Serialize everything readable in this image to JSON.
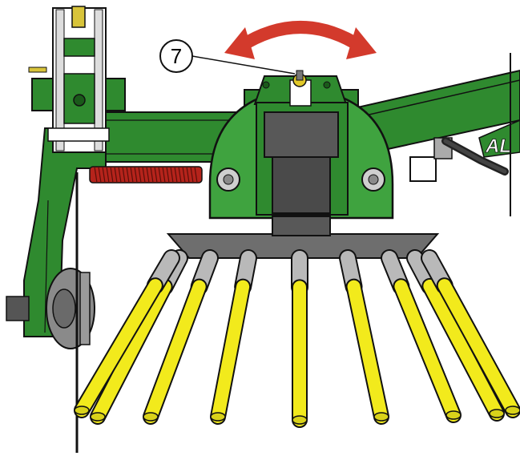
{
  "callout": {
    "label": "7"
  },
  "brand": {
    "partial_text": "AL"
  },
  "colors": {
    "frame_green": "#2f8a2f",
    "frame_green_light": "#3fa33f",
    "tine_yellow": "#f2ea1c",
    "tine_gray": "#b9b9b9",
    "gearbox_gray": "#585858",
    "arrow_red": "#d33a2c",
    "spring_red": "#b5231b",
    "outline": "#111111"
  },
  "icons": {
    "rotation_arrow": "double-headed-curved-arrow",
    "grease_point": "grease-nipple-icon"
  },
  "tines": {
    "count": 9
  }
}
